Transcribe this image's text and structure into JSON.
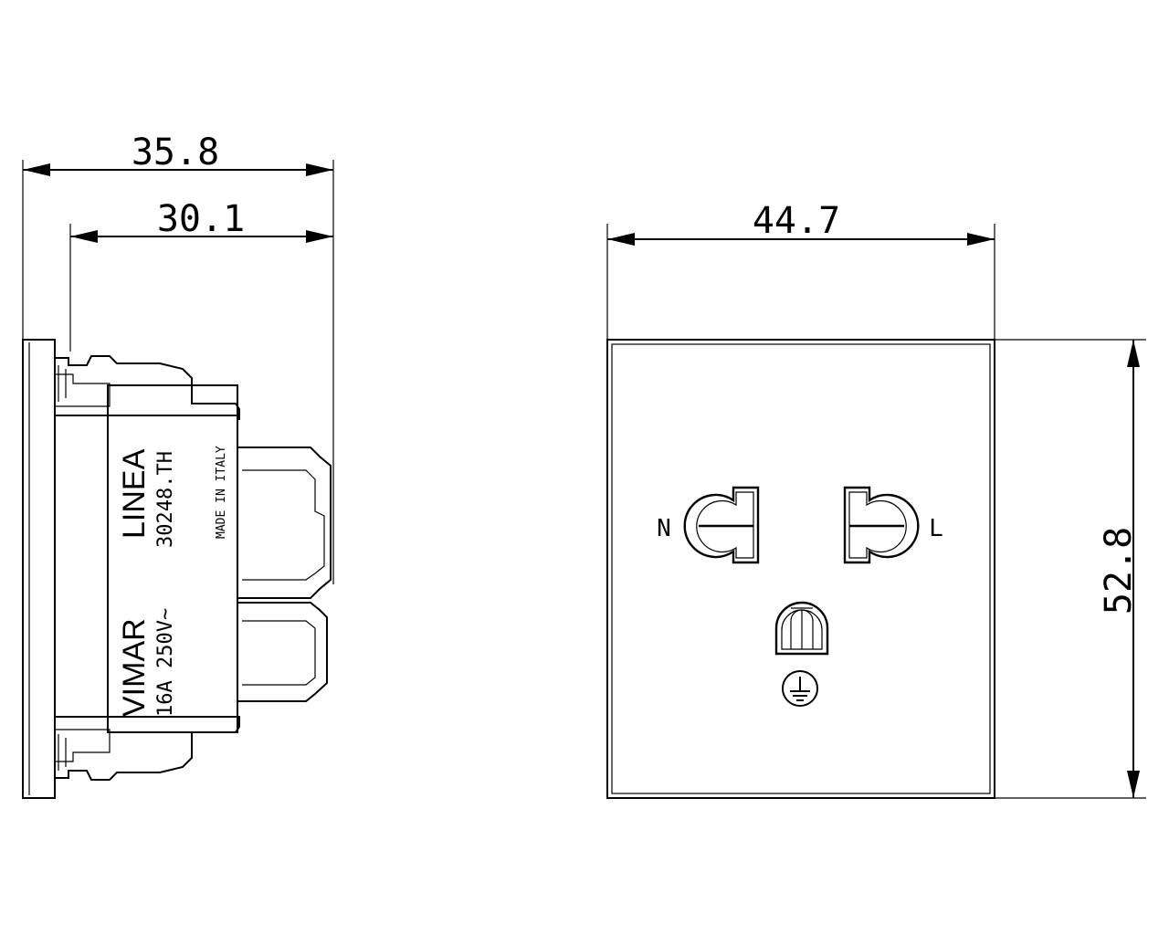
{
  "dimensions": {
    "side_total_width": "35.8",
    "side_body_width": "30.1",
    "front_width": "44.7",
    "front_height": "52.8"
  },
  "side_view": {
    "brand": "VIMAR",
    "series": "LINEA",
    "code": "30248.TH",
    "rating": "16A  250V~",
    "origin": "MADE IN ITALY"
  },
  "front_view": {
    "neutral_label": "N",
    "live_label": "L"
  },
  "icons": {
    "earth": "earth-ground-icon"
  }
}
